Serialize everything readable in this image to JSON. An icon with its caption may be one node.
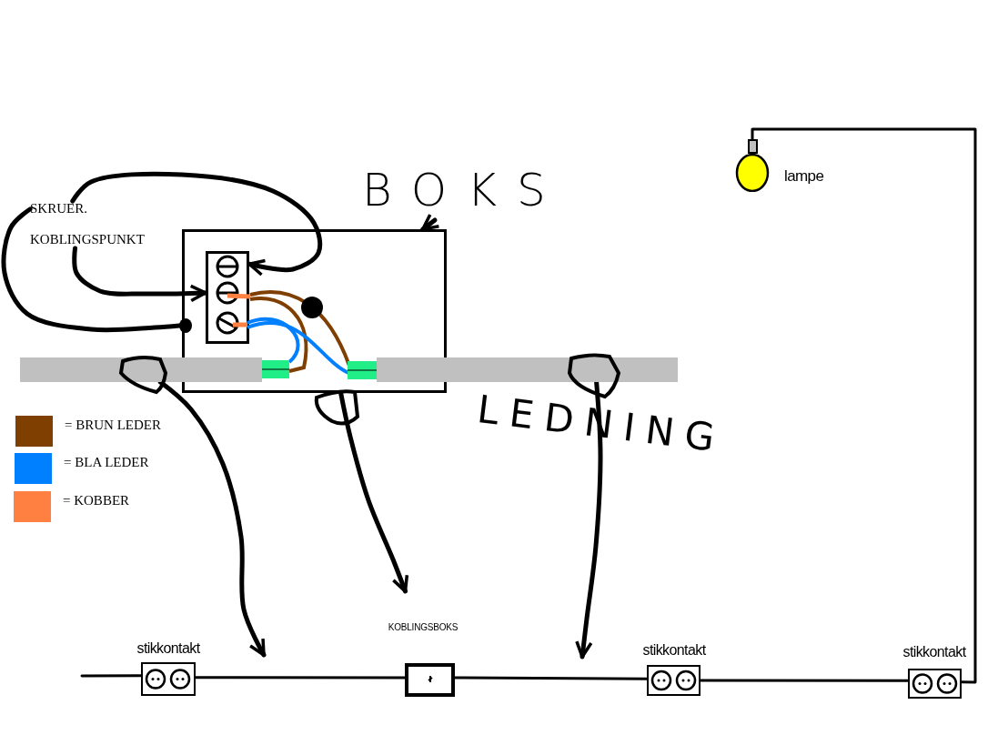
{
  "diagram": {
    "nodes": [
      {
        "text": [
          "SKRUER."
        ]
      },
      {
        "text": [
          "KOBLINGSPUNKT"
        ]
      },
      {
        "text": [
          "BOKS"
        ]
      },
      {
        "text": [],
        "shape": "box"
      },
      {
        "text": [],
        "shape": "box",
        "in": 3
      },
      {
        "text": [],
        "shape": "circle"
      },
      {
        "text": [],
        "shape": "bar"
      },
      {
        "text": [],
        "shape": "bar"
      },
      {
        "text": [
          "stikkontakt"
        ]
      },
      {
        "text": [
          "KOBLINGSBOKS"
        ]
      },
      {
        "text": [
          "stikkontakt"
        ]
      },
      {
        "text": [
          "stikkontakt"
        ]
      },
      {
        "text": [
          "lampe"
        ]
      }
    ],
    "edges": [
      {
        "from": 0,
        "to": 4,
        "arrow": "to"
      },
      {
        "from": 0,
        "to": 5,
        "arrow": "none"
      },
      {
        "from": 1,
        "to": 4,
        "arrow": "to"
      },
      {
        "from": 2,
        "to": 3,
        "arrow": "to"
      },
      {
        "from": 6,
        "to": null,
        "arrow": "to"
      },
      {
        "from": 3,
        "to": 9,
        "arrow": "to"
      },
      {
        "from": 7,
        "to": null,
        "arrow": "to"
      },
      {
        "from": null,
        "to": 8,
        "arrow": "none"
      },
      {
        "from": 8,
        "to": 9,
        "arrow": "none"
      },
      {
        "from": 9,
        "to": 10,
        "arrow": "none"
      },
      {
        "from": 10,
        "to": 11,
        "arrow": "none"
      },
      {
        "from": 11,
        "to": 12,
        "arrow": "none"
      }
    ],
    "labels": [
      "LEDNING"
    ],
    "legend": [
      {
        "text": "= BRUN LEDER",
        "color": "#7f3f00"
      },
      {
        "text": "= BLA LEDER",
        "color": "#0080ff"
      },
      {
        "text": "= KOBBER",
        "color": "#ff8040"
      }
    ]
  }
}
